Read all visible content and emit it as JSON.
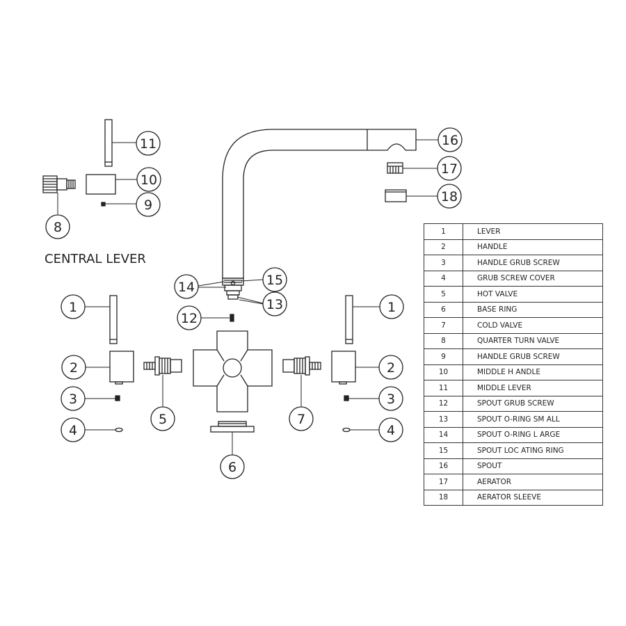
{
  "section_title": "CENTRAL LEVER",
  "callouts": {
    "c1l": "1",
    "c1r": "1",
    "c2l": "2",
    "c2r": "2",
    "c3l": "3",
    "c3r": "3",
    "c4l": "4",
    "c4r": "4",
    "c5": "5",
    "c6": "6",
    "c7": "7",
    "c8": "8",
    "c9": "9",
    "c10": "10",
    "c11": "11",
    "c12": "12",
    "c13": "13",
    "c14": "14",
    "c15": "15",
    "c16": "16",
    "c17": "17",
    "c18": "18"
  },
  "parts_table": [
    {
      "num": "1",
      "name": "LEVER"
    },
    {
      "num": "2",
      "name": "HANDLE"
    },
    {
      "num": "3",
      "name": "HANDLE GRUB SCREW"
    },
    {
      "num": "4",
      "name": "GRUB SCREW COVER"
    },
    {
      "num": "5",
      "name": "HOT VALVE"
    },
    {
      "num": "6",
      "name": "BASE RING"
    },
    {
      "num": "7",
      "name": "COLD VALVE"
    },
    {
      "num": "8",
      "name": "QUARTER TURN VALVE"
    },
    {
      "num": "9",
      "name": "HANDLE GRUB SCREW"
    },
    {
      "num": "10",
      "name": "MIDDLE H ANDLE"
    },
    {
      "num": "11",
      "name": "MIDDLE LEVER"
    },
    {
      "num": "12",
      "name": "SPOUT GRUB SCREW"
    },
    {
      "num": "13",
      "name": "SPOUT O-RING SM ALL"
    },
    {
      "num": "14",
      "name": "SPOUT O-RING L ARGE"
    },
    {
      "num": "15",
      "name": "SPOUT LOC ATING RING"
    },
    {
      "num": "16",
      "name": "SPOUT"
    },
    {
      "num": "17",
      "name": "AERATOR"
    },
    {
      "num": "18",
      "name": "AERATOR SLEEVE"
    }
  ]
}
